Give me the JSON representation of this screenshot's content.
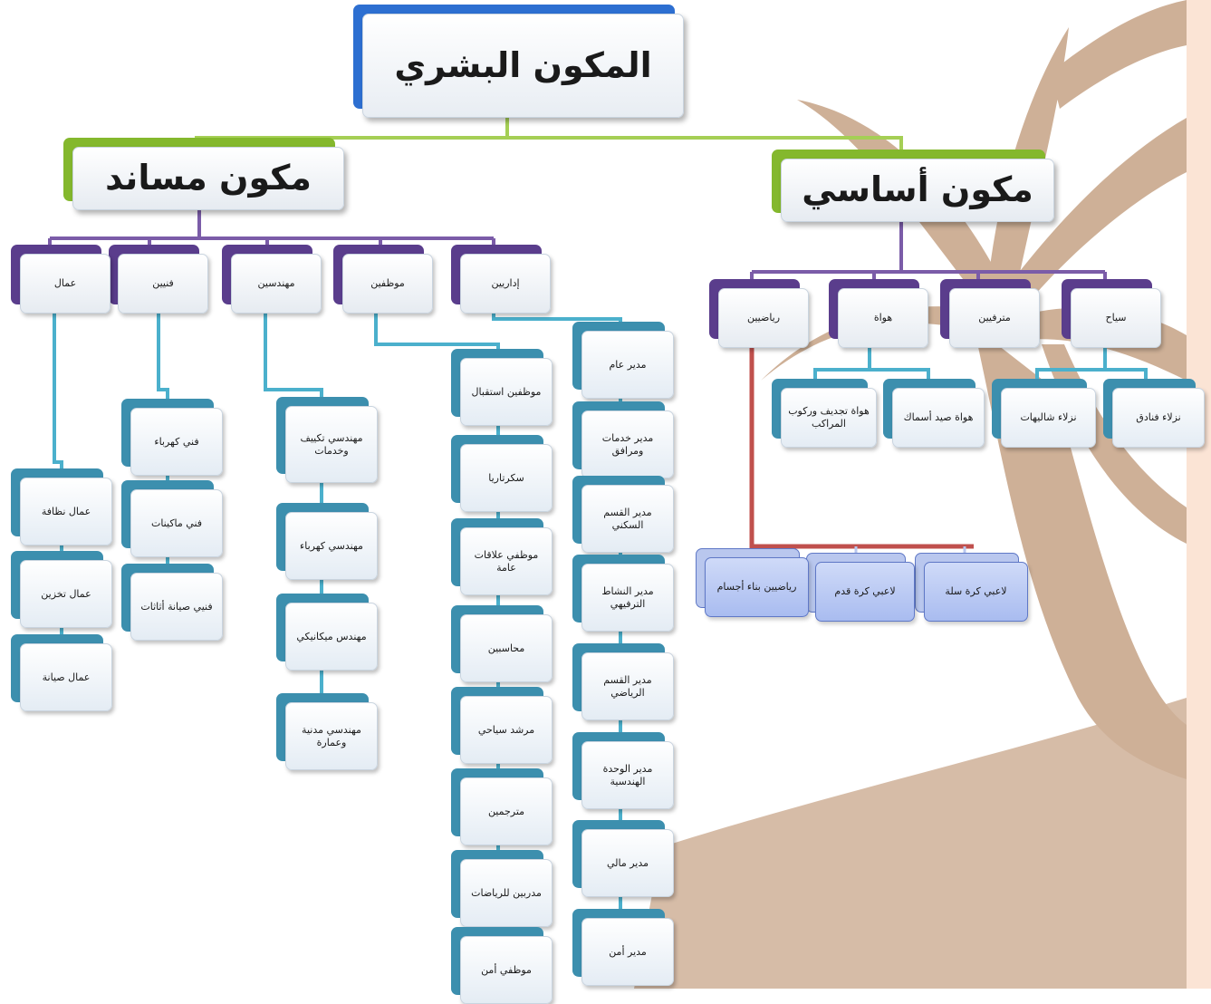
{
  "colors": {
    "background": "#ffffff",
    "side_panel": "#fbe4d5",
    "palm": "#c9a78c",
    "line_green": "#a5cf55",
    "line_purple": "#7b5ca8",
    "line_cyan": "#4bb0cc",
    "line_red": "#c0504d"
  },
  "diagram": {
    "root": "المكون البشري",
    "basic": "مكون أساسي",
    "support": "مكون مساند",
    "basic_children": [
      "سياح",
      "مترفيين",
      "هواة",
      "رياضيين"
    ],
    "tourists_children": [
      "نزلاء فنادق",
      "نزلاء شاليهات"
    ],
    "hobbyists_children": [
      "هواة صيد أسماك",
      "هواة تجديف وركوب المراكب"
    ],
    "athletes_children": [
      "لاعبي كرة سلة",
      "لاعبي كرة قدم",
      "رياضيين بناء أجسام"
    ],
    "support_children": [
      "إداريين",
      "موظفين",
      "مهندسين",
      "فنيين",
      "عمال"
    ],
    "admins_children": [
      "مدير عام",
      "مدير خدمات ومرافق",
      "مدير القسم السكني",
      "مدير النشاط الترفيهي",
      "مدير القسم الرياضي",
      "مدير الوحدة الهندسية",
      "مدير مالي",
      "مدير أمن"
    ],
    "staff_children": [
      "موظفين استقبال",
      "سكرتاريا",
      "موظفي علاقات عامة",
      "محاسبين",
      "مرشد سياحي",
      "مترجمين",
      "مدربين للرياضات",
      "موظفي أمن"
    ],
    "engineers_children": [
      "مهندسي تكييف وخدمات",
      "مهندسي كهرباء",
      "مهندس ميكانيكي",
      "مهندسي مدنية وعمارة"
    ],
    "technicians_children": [
      "فني  كهرباء",
      "فني ماكينات",
      "فنيي صيانة أثاثات"
    ],
    "workers_children": [
      "عمال  نظافة",
      "عمال تخزين",
      "عمال  صيانة"
    ]
  }
}
